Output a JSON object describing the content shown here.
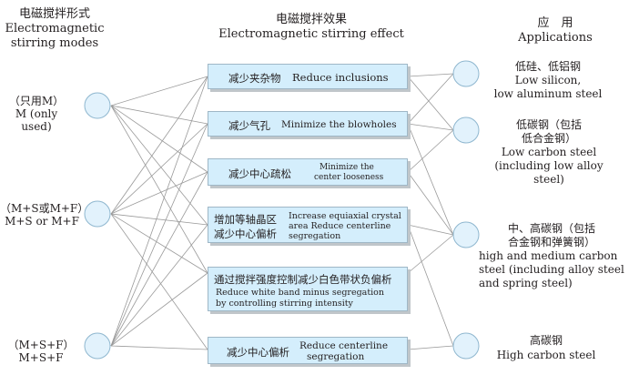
{
  "headers": {
    "modes_cn": "电磁搅拌形式",
    "modes_en_1": "Electromagnetic",
    "modes_en_2": "stirring modes",
    "effect_cn": "电磁搅拌效果",
    "effect_en": "Electromagnetic stirring effect",
    "app_cn": "应　用",
    "app_en": "Applications"
  },
  "modes": [
    {
      "cn": "（只用M）",
      "en": "M (only used)"
    },
    {
      "cn": "（M+S或M+F）",
      "en": "M+S or M+F"
    },
    {
      "cn": "（M+S+F）",
      "en": "M+S+F"
    }
  ],
  "effects": [
    {
      "cn": "减少夹杂物",
      "en": "Reduce inclusions"
    },
    {
      "cn": "减少气孔",
      "en": "Minimize the blowholes"
    },
    {
      "cn": "减少中心疏松",
      "en_1": "Minimize the",
      "en_2": "center looseness"
    },
    {
      "cn_1": "增加等轴晶区",
      "cn_2": "减少中心偏析",
      "en_1": "Increase equiaxial crystal",
      "en_2": "area Reduce centerline",
      "en_3": "segregation"
    },
    {
      "cn": "通过搅拌强度控制减少白色带状负偏析",
      "en_1": "Reduce white band minus segregation",
      "en_2": "by controlling stirring intensity"
    },
    {
      "cn": "减少中心偏析",
      "en_1": "Reduce centerline",
      "en_2": "segregation"
    }
  ],
  "applications": [
    {
      "cn": "低硅、低铝钢",
      "en_1": "Low silicon,",
      "en_2": "low aluminum steel"
    },
    {
      "cn_1": "低碳钢（包括",
      "cn_2": "低合金钢）",
      "en_1": "Low carbon steel",
      "en_2": "(including low alloy steel)"
    },
    {
      "cn_1": "中、高碳钢（包括",
      "cn_2": "合金钢和弹簧钢）",
      "en_1": "high and medium carbon",
      "en_2": "steel (including alloy steel",
      "en_3": "and spring steel)"
    },
    {
      "cn": "高碳钢",
      "en": "High carbon steel"
    }
  ],
  "colors": {
    "box_fill": "#d4eefc",
    "circle_fill": "#e2f2fc",
    "line": "#9a9a9a"
  }
}
